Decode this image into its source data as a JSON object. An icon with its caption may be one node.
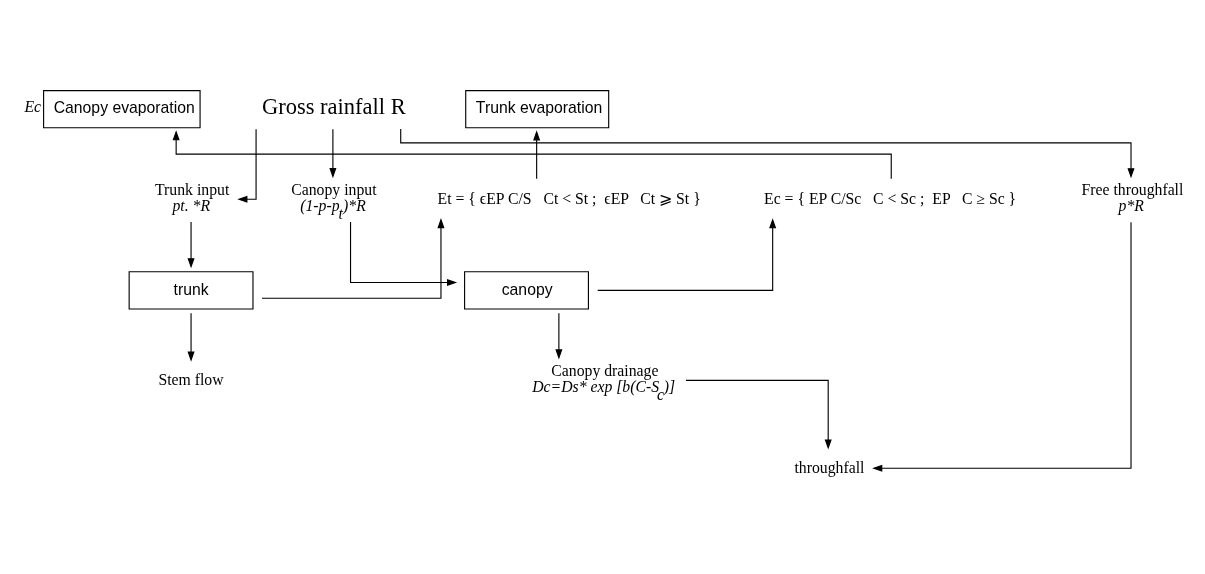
{
  "diagram": {
    "nodes": [
      {
        "text": [
          "Gross rainfall R"
        ]
      },
      {
        "text": [
          "Canopy input",
          "(1-p-p$_{t}$)*R"
        ]
      },
      {
        "text": [
          "Free throughfall",
          "p*R"
        ]
      },
      {
        "text": [
          "Trunk input",
          "pt. *R"
        ]
      },
      {
        "text": [
          "canopy"
        ]
      },
      {
        "text": [
          "Canopy evaporation"
        ],
        "beside": [
          "Ec"
        ]
      },
      {
        "text": [
          "Ec = { EP C/Sc   C < Sc ;  EP   C ≥ Sc }"
        ]
      },
      {
        "text": [
          "Canopy drainage",
          "Dc=Ds* exp [b(C-S$_{c}$)]"
        ]
      },
      {
        "text": [
          "throughfall"
        ]
      },
      {
        "text": [
          "trunk"
        ]
      },
      {
        "text": [
          "Trunk evaporation"
        ]
      },
      {
        "text": [
          "Et = { ϵEP C/S   Ct < St ;  ϵEP   Ct ⩾ St }"
        ]
      },
      {
        "text": [
          "Stem flow"
        ]
      }
    ],
    "edges": [
      {
        "from": 0,
        "to": 1,
        "arrow": "to"
      },
      {
        "from": 0,
        "to": 2,
        "arrow": "to"
      },
      {
        "from": 0,
        "to": 3,
        "arrow": "to"
      },
      {
        "from": 1,
        "to": 4,
        "arrow": "to"
      },
      {
        "from": 4,
        "to": 6,
        "arrow": "to"
      },
      {
        "from": 6,
        "to": 5,
        "arrow": "to"
      },
      {
        "from": 4,
        "to": 7,
        "arrow": "to"
      },
      {
        "from": 7,
        "to": 8,
        "arrow": "to"
      },
      {
        "from": 2,
        "to": 8,
        "arrow": "to"
      },
      {
        "from": 3,
        "to": 9,
        "arrow": "to"
      },
      {
        "from": 9,
        "to": 11,
        "arrow": "to"
      },
      {
        "from": 11,
        "to": 10,
        "arrow": "to"
      },
      {
        "from": 9,
        "to": 12,
        "arrow": "to"
      }
    ]
  }
}
